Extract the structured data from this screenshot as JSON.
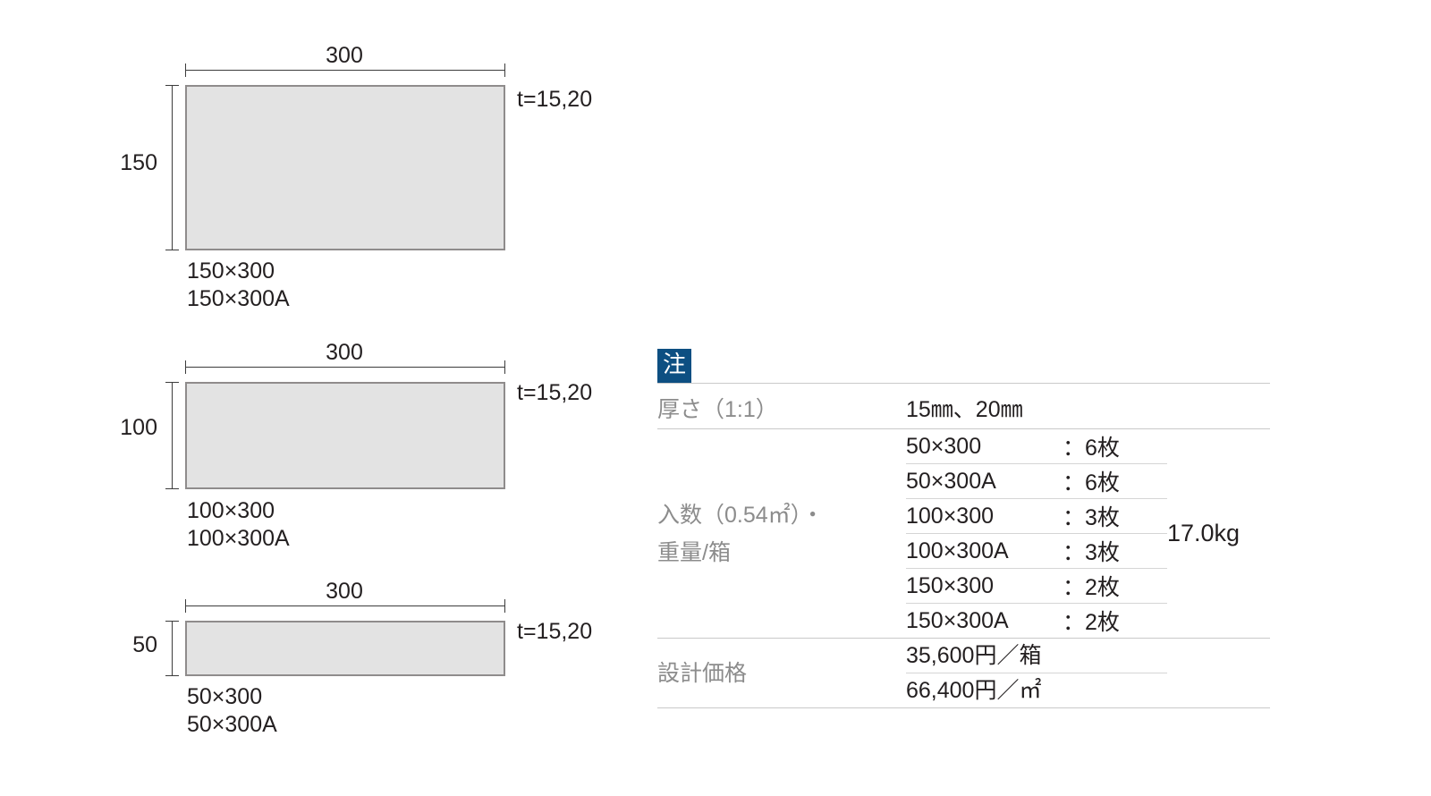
{
  "diagrams": [
    {
      "name": "tile-150x300",
      "width_label": "300",
      "height_label": "150",
      "thickness_label": "t=15,20",
      "caption_line1": "150×300",
      "caption_line2": "150×300A"
    },
    {
      "name": "tile-100x300",
      "width_label": "300",
      "height_label": "100",
      "thickness_label": "t=15,20",
      "caption_line1": "100×300",
      "caption_line2": "100×300A"
    },
    {
      "name": "tile-50x300",
      "width_label": "300",
      "height_label": "50",
      "thickness_label": "t=15,20",
      "caption_line1": "50×300",
      "caption_line2": "50×300A"
    }
  ],
  "spec": {
    "badge": "注",
    "thickness": {
      "label": "厚さ（1:1）",
      "value": "15㎜、20㎜"
    },
    "packing": {
      "label_line1": "入数（0.54㎡）・",
      "label_line2": "重量/箱",
      "weight": "17.0kg",
      "rows": [
        {
          "size": "50×300",
          "count": "：6枚"
        },
        {
          "size": "50×300A",
          "count": "：6枚"
        },
        {
          "size": "100×300",
          "count": "：3枚"
        },
        {
          "size": "100×300A",
          "count": "：3枚"
        },
        {
          "size": "150×300",
          "count": "：2枚"
        },
        {
          "size": "150×300A",
          "count": "：2枚"
        }
      ]
    },
    "price": {
      "label": "設計価格",
      "per_box": "35,600円／箱",
      "per_sqm": "66,400円／㎡"
    }
  },
  "colors": {
    "badge_bg": "#0d4f82",
    "tile_fill": "#e3e3e3",
    "tile_border": "#8f8c8c",
    "label_gray": "#8c8c8c",
    "text_dark": "#231f20",
    "rule": "#c9c9c9"
  }
}
